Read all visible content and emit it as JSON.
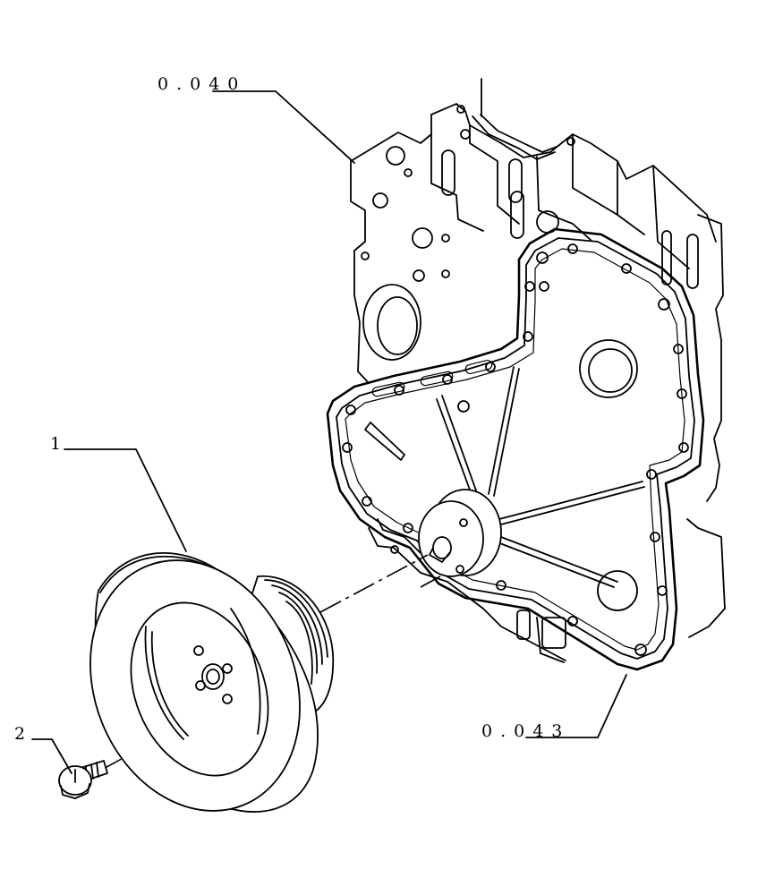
{
  "callouts": {
    "engine_block_ref": "0.040",
    "timing_cover_ref": "0.043",
    "pulley_item": "1",
    "screw_item": "2"
  }
}
